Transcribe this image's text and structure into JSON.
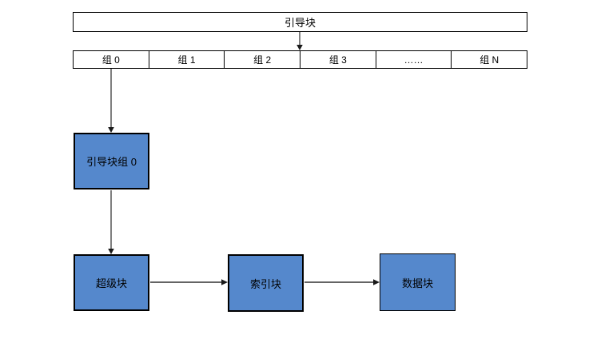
{
  "diagram": {
    "boot_block_bar": {
      "label": "引导块"
    },
    "groups_row": {
      "cells": [
        "组 0",
        "组 1",
        "组 2",
        "组 3",
        "……",
        "组 N"
      ]
    },
    "boot_group_box": {
      "label": "引导块组 0"
    },
    "super_block_box": {
      "label": "超级块"
    },
    "index_block_box": {
      "label": "索引块"
    },
    "data_block_box": {
      "label": "数据块"
    }
  },
  "colors": {
    "background": "#FFFFFF",
    "boxFill": "#5588CC",
    "boxBorder": "#000000",
    "arrowGray": "#7F7F7F",
    "arrowDark": "#303030",
    "arrowHead": "#1A1A1A"
  }
}
